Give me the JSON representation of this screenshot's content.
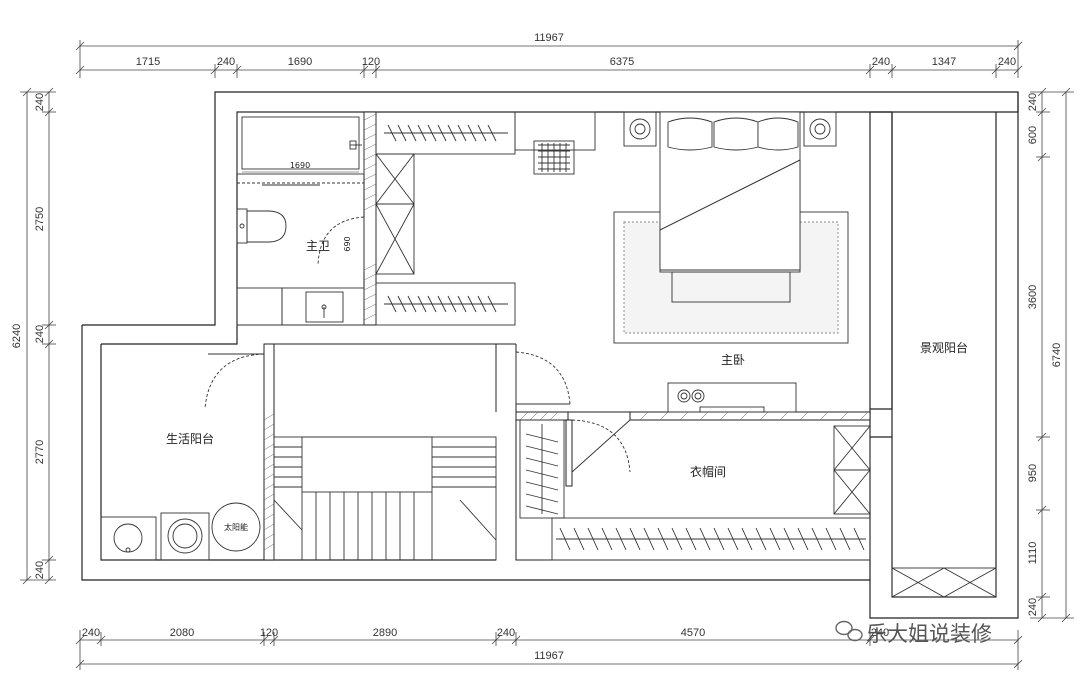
{
  "dimensions": {
    "total_width": "11967",
    "total_height_left": "6240",
    "total_height_right": "6740",
    "top_segments": [
      "1715",
      "240",
      "1690",
      "120",
      "6375",
      "240",
      "1347",
      "240"
    ],
    "bottom_segments": [
      "240",
      "2080",
      "120",
      "2890",
      "240",
      "4570",
      "240"
    ],
    "left_segments": [
      "240",
      "2750",
      "240",
      "2770",
      "240"
    ],
    "right_segments": [
      "240",
      "600",
      "3600",
      "950",
      "1110",
      "240"
    ],
    "bath_width": "1690",
    "door_width": "690"
  },
  "rooms": {
    "master_bath": "主卫",
    "master_bedroom": "主卧",
    "view_balcony": "景观阳台",
    "service_balcony": "生活阳台",
    "cloakroom": "衣帽间",
    "water_heater": "太阳能"
  },
  "watermark": "乐大姐说装修",
  "icons": {
    "watermark_icon": "wechat-icon"
  }
}
